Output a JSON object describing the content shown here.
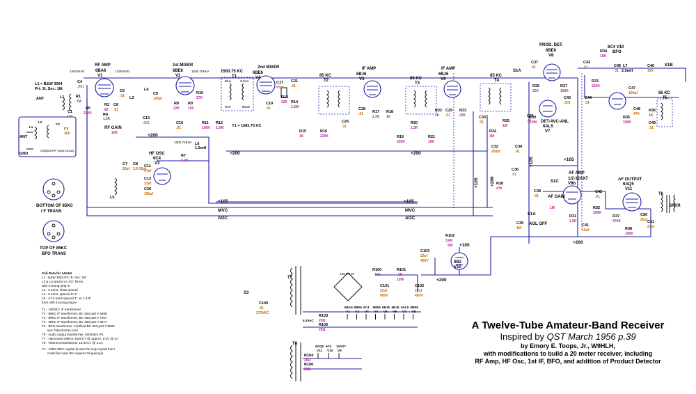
{
  "title": {
    "main": "A Twelve-Tube Amateur-Band Receiver",
    "inspired_prefix": "Inspired by",
    "inspired_source": "QST March 1956 p.39",
    "author": "by Emory E. Toops, Jr., W9HLH,",
    "mods_1": "with modifications to build a 20 meter receiver, including",
    "mods_2": "RF Amp, HF Osc, 1st IF, BFO, and addition of Product Detector"
  },
  "tubes": {
    "v1": {
      "type": "6BA6",
      "ref": "V1",
      "stage": "RF AMP"
    },
    "v2": {
      "type": "6BE6",
      "ref": "V2",
      "stage": "1st MIXER"
    },
    "v3": {
      "type": "6C4",
      "ref": "V3",
      "stage": "HF OSC"
    },
    "v4": {
      "type": "6BE6",
      "ref": "V4",
      "stage": "2nd MIXER"
    },
    "v5": {
      "type": "6BJ6",
      "ref": "V5",
      "stage": "IF AMP"
    },
    "v6": {
      "type": "6BJ6",
      "ref": "V6",
      "stage": "IF AMP"
    },
    "v7": {
      "type": "6AL5",
      "ref": "V7",
      "stage": "DET-AVC-ANL"
    },
    "v8": {
      "type": "6BE6",
      "ref": "V8",
      "stage": "PROD. DET."
    },
    "v9": {
      "type": "1/2-12AX7",
      "ref": "V9b",
      "stage": "AF AMP"
    },
    "v10": {
      "type": "6C4 V10",
      "ref": "",
      "stage": "BFO"
    },
    "v11": {
      "type": "6AQ5",
      "ref": "V11",
      "stage": "AF OUTPUT"
    },
    "vr": {
      "type": "0B2",
      "ref": "V10"
    }
  },
  "transformers": {
    "t1": "1500.75 KC",
    "t1_ref": "T1",
    "t2": "85 KC",
    "t2_ref": "T2",
    "t3": "85 KC",
    "t3_ref": "T3",
    "t4": "85 KC",
    "t4_ref": "T4",
    "t5": "85 KC",
    "t5_ref": "T5",
    "t6": "T6",
    "t7": "T7",
    "t8": "T8",
    "y1": "Y1 = 1583.75 KC"
  },
  "buses": {
    "b200a": "+200",
    "b200b": "+200",
    "b200c": "+200",
    "b200d": "+200",
    "b200e": "+200",
    "b200f": "+200",
    "b105a": "+105",
    "b105b": "+105",
    "b105c": "+105",
    "b105d": "+105",
    "b105e": "+105",
    "b105f": "+105",
    "mvc1": "MVC",
    "agc1": "AGC",
    "mvc2": "MVC",
    "agc2": "AGC"
  },
  "controls": {
    "rf_gain": "RF GAIN",
    "rf_gain_val": "10K",
    "af_gain": "AF GAIN",
    "af_gain_val": "1M",
    "agl_off": "AGL OFF",
    "s1a": "S1A",
    "s1b": "S1B",
    "s1c": "S1C",
    "s1a2": "S1A",
    "spkr": "SPKR",
    "s3": "S3",
    "ant": "ANT",
    "ant2": "ANT",
    "gnd": "GND"
  },
  "components": {
    "c4": "C4",
    "c4v": ".001",
    "r5": "R5",
    "r5v": "220K",
    "r1": "R1",
    "r1v": "1M",
    "c1": "C1",
    "c1v": "100",
    "r2": "R2",
    "r2v": "82",
    "r4": "R4",
    "r4v": "1.5K",
    "c5": "C5",
    "c5v": ".01",
    "c6": "C6",
    "c6v": ".01",
    "c13": "C13",
    "c13v": ".001",
    "c9": "C9",
    "c9v": "100pf",
    "r8": "R8",
    "r8v": "22K",
    "r9": "R9",
    "r9v": "150",
    "r10": "R10",
    "r10v": "27K",
    "r11": "R11",
    "r11v": "100K",
    "r12": "R12",
    "r12v": "1.5M",
    "c10": "C10",
    "c10v": ".01",
    "l4": "L4",
    "l6": "L6",
    "l6v": "1.6mH",
    "r7": "R7",
    "r7v": "4.7K",
    "c7": "C7",
    "c7v": "25pf",
    "c8": "C8",
    "c8v": "3.9-35pf",
    "c11": "C11",
    "c11v": "47pf",
    "c12": "C12",
    "c12v": "33pf",
    "c20": "C20",
    "c20v": "100pf",
    "l5": "L5",
    "c17": "C17",
    "c17v": "47pf",
    "r13": "R13",
    "r13v": "22K",
    "r14": "R14",
    "r14v": "1.5M",
    "c19": "C19",
    "c19v": ".01",
    "c21": "C21",
    "c21v": ".01",
    "r15": "R15",
    "r15v": "1K",
    "r16": "R16",
    "r16v": "220K",
    "c25": "C25",
    "c25v": ".01",
    "c28": "C28",
    "c28v": ".01",
    "r17": "R17",
    "r17v": "2.2K",
    "r18": "R18",
    "r18v": "1K",
    "r19": "R19",
    "r19v": "220K",
    "r20": "R20",
    "r20v": "1.5K",
    "r21": "R21",
    "r21v": "10K",
    "r22": "R22",
    "r22v": "1K",
    "r23": "R23",
    "r23v": "22K",
    "c29": "C29",
    "c29v": ".01",
    "r24": "R24",
    "r24v": "1M",
    "r25": "R25",
    "r25v": "1M",
    "c33": "C33",
    "c33v": ".01",
    "c34": "C34",
    "c34v": ".01",
    "c32": "C32",
    "c32v": "250pf",
    "c36": "C36",
    "c36v": ".01",
    "c31": "C31",
    "c31v": ".01",
    "c37": "C37",
    "c37v": ".01",
    "r26": "R26",
    "r26v": "22K",
    "r27": "R27",
    "r27v": "100K",
    "r28": "R28",
    "r28v": "47K",
    "c38": "C38",
    "c38v": ".01",
    "r30": "R30",
    "r30v": "2.2M",
    "c39": "C39",
    "c39v": "1M",
    "c40": "C40",
    "c40v": ".001",
    "c42": "C42",
    "c42v": ".01",
    "c41": "C41",
    "c41v": "10uf",
    "r31": "R31",
    "r31v": "1.5K",
    "r32": "R32",
    "r32v": "100K",
    "c43": "C43",
    "c43v": ".01",
    "r33": "R33",
    "r33v": "220K",
    "r34": "R34",
    "r34v": "10K",
    "c44": "C44",
    "c44v": ".01",
    "c45": "C45",
    "c45v": ".01",
    "l7": "L7",
    "l7v": "2.5mH",
    "c46": "C46",
    "c46v": "10K",
    "c47": "C47",
    "c47v": "100pf",
    "r35": "R35",
    "r35v": "100K",
    "r36": "R36",
    "r36v": "1K",
    "c48": "C48",
    "c48v": "47K",
    "c49": "C49",
    "c49v": ".01",
    "c50": "C50",
    "c50v": "20uf",
    "r37": "R37",
    "r37v": "470K",
    "c51": "C51",
    "c51v": "25pf",
    "r38": "R38",
    "r38v": "100K",
    "c100": "C100",
    "c100v": ".01",
    "c100w": "270VAC",
    "r100": "R100",
    "r100v": "10K",
    "r101": "R101",
    "r101v": "2K",
    "r101w": "10W",
    "c101": "C101",
    "c101v": "22uf",
    "c101w": "450V",
    "c102": "C102",
    "c102v": "20uf",
    "c102w": "450V",
    "c103": "C103",
    "c103v": "22uf",
    "c103w": "450V",
    "r102": "R102",
    "r102v": "3.6K",
    "r102w": "5W",
    "r103": "R103",
    "r103v": "20Ω",
    "r104": "R104",
    "r104v": "20Ω",
    "r105": "R105",
    "r105v": "20Ω",
    "r106": "R106",
    "r106v": "20Ω",
    "ac_in": "6.3VAC",
    "l1l": "L1",
    "l2l": "L2",
    "c2l": "C2",
    "c3l": "C3",
    "c3v": "365",
    "l3": "L3",
    "l1": "L1",
    "coil_freq": "14025KHz",
    "coil_freq2": "14250KHz",
    "coil_freq3": "1500.75KHz",
    "coil_freq4": "1500.75KHz",
    "mix_label": "Blue",
    "mix_label2": "Green",
    "mix_label3": "Red",
    "mix_label4": "Black",
    "rect_label": "125-0-125"
  },
  "notes": {
    "ant_coil": "L1 = B&W 3004",
    "ant_coil2": "Pri: 3t, Sec: 18t",
    "orig_rf": "Original RF input circuit.",
    "bottom_85kc_1": "BOTTOM OF 85KC",
    "bottom_85kc_2": "I F TRANS",
    "top_85kc_1": "TOP OF 85KC",
    "top_85kc_2": "BFO TRANS",
    "coil_header": "Coil Data for 14mHz",
    "coil_1": "L1 - B&W 3004 Pri: 3t, Sec: 18t",
    "coil_2": "L3 & L4 wound on 1/4\" forms",
    "coil_3": "with 4-prong plug-in",
    "coil_4": "L3 - 3 turns, close-wound",
    "coil_5": "L4 - 6 turns, spaced to 1\"",
    "coil_6": "L5 - 4-12 turns spaced 1\" on 1-1/4\"",
    "coil_7": "form with 4-prong plug-in",
    "xf_1": "T1 - 1500KC IF transformer",
    "xf_2": "T2 - 85KC IF transformer, BC-453 part # 4688",
    "xf_3": "T3 - 85KC IF transformer, BC-453 part # 7267",
    "xf_4": "T4 - 85KC IF transformer, BC-453 part # 4677",
    "xf_5": "T5 - BFO transformer, modified BC-453 part # 8592",
    "xf_6": "see: http://k4xhe.com",
    "xf_7": "T6 - Audio output transformer, 5000ohm Pri.",
    "xf_8": "T7 - Hammond 269AX 250VCT @ 115mA, 6.3V @ 2A",
    "xf_9": "T8 - Filament transformer 12.6VCT @ 1.2A",
    "xtal_1": "Y1 - 1583.75KC crystal (it was the only crystal that I",
    "xtal_2": "could find near the required frequency!)"
  },
  "heaters": {
    "row1": [
      "6BA6",
      "6BE6",
      "6C4",
      "6BE6",
      "6BJ6",
      "6BJ6",
      "6AL5",
      "6BE6"
    ],
    "row1_refs": [
      "V1",
      "V2",
      "V3",
      "V4",
      "V5",
      "V6",
      "V7",
      "V8"
    ],
    "row2": [
      "6AQ5",
      "6C4",
      "12AX7"
    ],
    "row2_refs": [
      "V11",
      "V10",
      "V9"
    ]
  },
  "colors": {
    "wire": "#1a1aa8",
    "cap_value": "#c66a00",
    "res_value": "#b4209a",
    "text": "#000000"
  }
}
